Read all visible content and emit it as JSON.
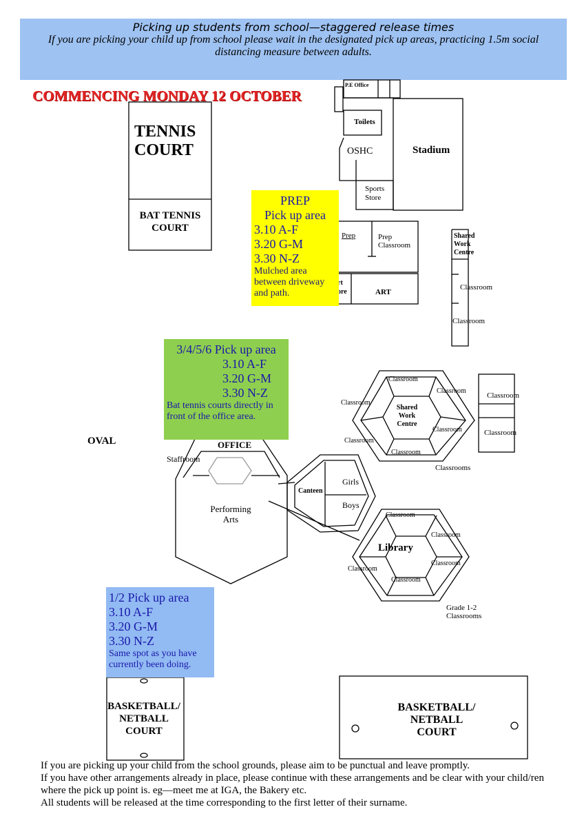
{
  "header": {
    "title": "Picking up students from school—staggered release times",
    "text": "If you are picking your child up from school please wait in the designated pick up areas, practicing 1.5m social distancing measure between adults."
  },
  "commencing": "COMMENCING MONDAY 12 OCTOBER",
  "colors": {
    "header_bg": "#9ec2f2",
    "prep_bg": "#ffff00",
    "grade3_bg": "#8fcf4f",
    "grade1_bg": "#92baf3",
    "alert_red": "#e32626",
    "pick_text": "#1919a8"
  },
  "map_labels": {
    "tennis_court": "TENNIS COURT",
    "bat_tennis_court": "BAT TENNIS COURT",
    "pe_office": "P.E Office",
    "toilets": "Toilets",
    "oshc": "OSHC",
    "stadium": "Stadium",
    "sports_store": "Sports Store",
    "prep": "Prep",
    "prep_classroom": "Prep Classroom",
    "art_store": "rt ore",
    "art": "ART",
    "shared_work_centre": "Shared Work Centre",
    "classroom": "Classroom",
    "classrooms": "Classrooms",
    "oval": "OVAL",
    "office": "OFFICE",
    "staffroom": "Staffroom",
    "performing_arts": "Performing Arts",
    "canteen": "Canteen",
    "girls": "Girls",
    "boys": "Boys",
    "library": "Library",
    "grade12_classrooms": "Grade 1-2 Classrooms",
    "basketball_left": "BASKETBALL/ NETBALL COURT",
    "basketball_right": "BASKETBALL/ NETBALL COURT"
  },
  "pickup": {
    "prep": {
      "title": "PREP",
      "subtitle": "Pick up area",
      "t1": "3.10 A-F",
      "t2": "3.20 G-M",
      "t3": "3.30 N-Z",
      "note": "Mulched area between driveway and path."
    },
    "grade3456": {
      "title": "3/4/5/6 Pick up area",
      "t1": "3.10 A-F",
      "t2": "3.20 G-M",
      "t3": "3.30 N-Z",
      "note": "Bat tennis courts directly in front of the office area."
    },
    "grade12": {
      "title": "1/2 Pick up area",
      "t1": "3.10 A-F",
      "t2": "3.20 G-M",
      "t3": "3.30 N-Z",
      "note": "Same spot as you have currently been doing."
    }
  },
  "footer": {
    "line1": "If you are picking up your child from the school grounds, please aim to be punctual and leave promptly.",
    "line2": "If you have other arrangements already in place, please continue with these arrangements and be clear with your child/ren where the pick up point is.  eg—meet me at IGA, the Bakery etc.",
    "line3": "All students will be released at the time corresponding to the first letter of their surname."
  }
}
